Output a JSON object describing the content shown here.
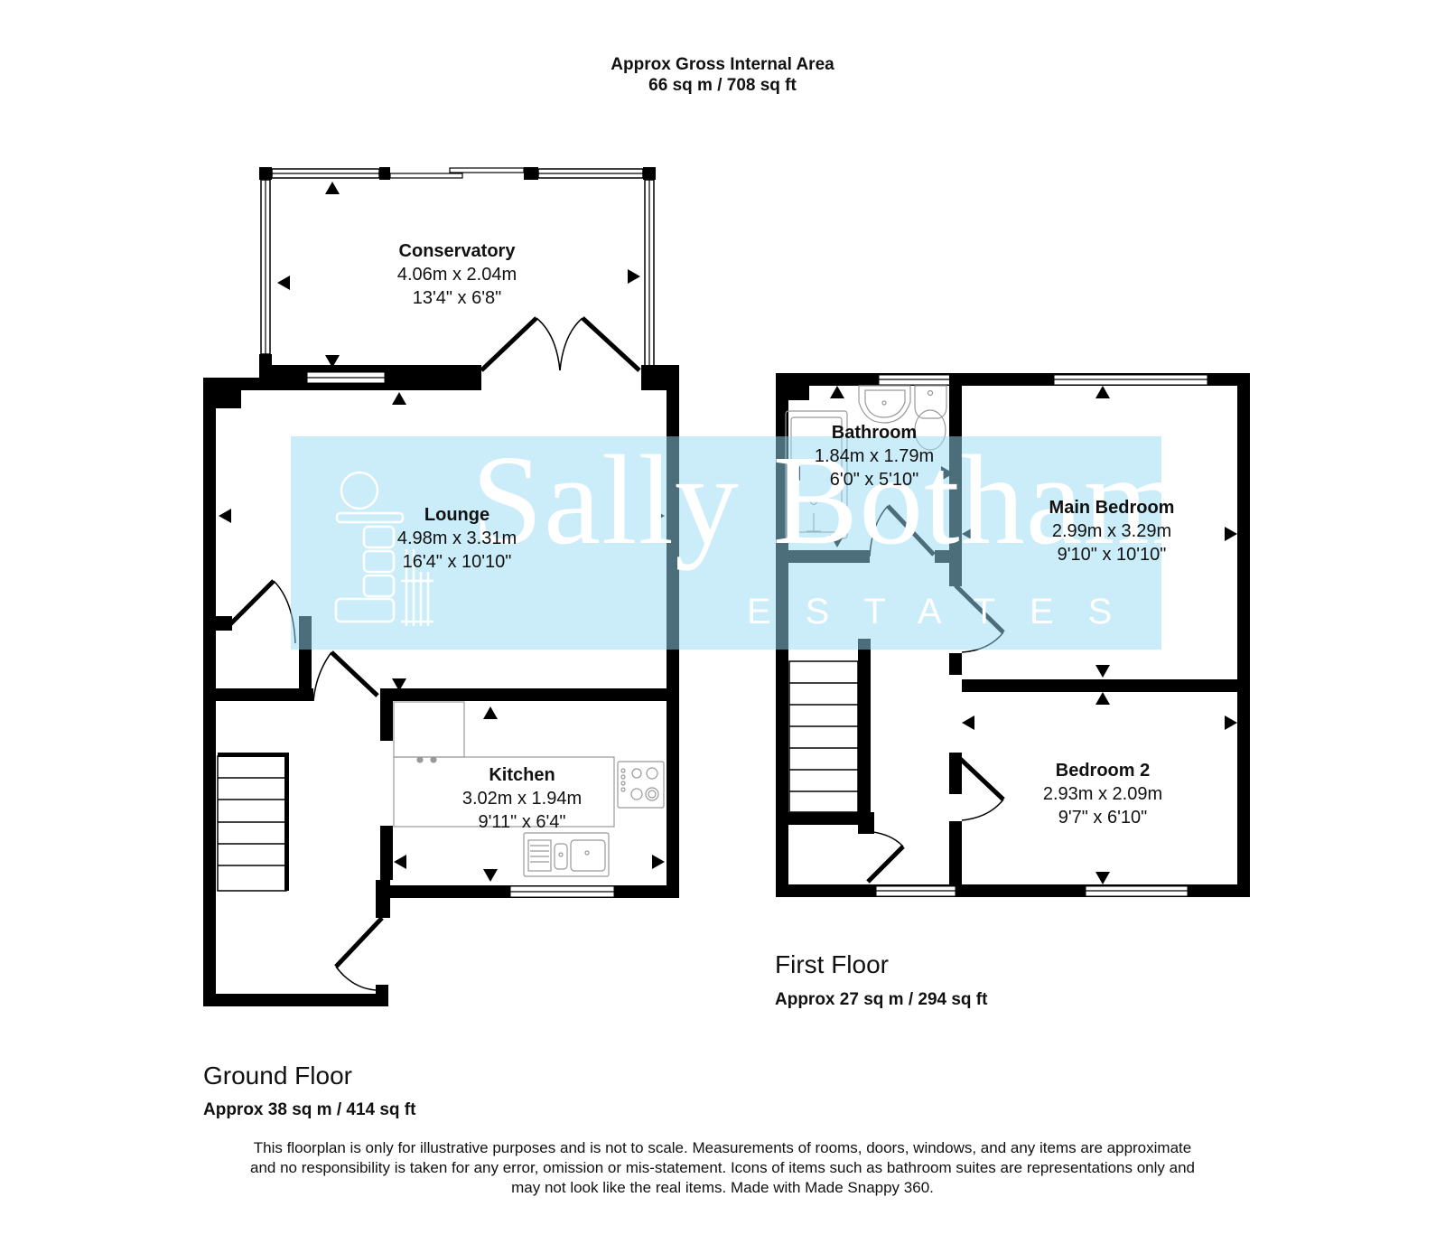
{
  "header": {
    "title": "Approx Gross Internal Area",
    "total_area": "66 sq m / 708 sq ft"
  },
  "floors": [
    {
      "name": "Ground Floor",
      "area": "Approx 38 sq m / 414 sq ft",
      "rooms": [
        {
          "name": "Conservatory",
          "metric": "4.06m x 2.04m",
          "imperial": "13'4\" x 6'8\""
        },
        {
          "name": "Lounge",
          "metric": "4.98m x 3.31m",
          "imperial": "16'4\" x 10'10\""
        },
        {
          "name": "Kitchen",
          "metric": "3.02m x 1.94m",
          "imperial": "9'11\" x 6'4\""
        }
      ]
    },
    {
      "name": "First Floor",
      "area": "Approx 27 sq m / 294 sq ft",
      "rooms": [
        {
          "name": "Bathroom",
          "metric": "1.84m x 1.79m",
          "imperial": "6'0\" x 5'10\""
        },
        {
          "name": "Main Bedroom",
          "metric": "2.99m x 3.29m",
          "imperial": "9'10\" x 10'10\""
        },
        {
          "name": "Bedroom 2",
          "metric": "2.93m x 2.09m",
          "imperial": "9'7\" x 6'10\""
        }
      ]
    }
  ],
  "watermark": {
    "name": "Sally Botham",
    "subtitle": "ESTATES",
    "color": "#96DCF3"
  },
  "disclaimer": {
    "line1": "This floorplan is only for illustrative purposes and is not to scale. Measurements of rooms, doors, windows, and any items are approximate",
    "line2": "and no responsibility is taken for any error, omission or mis-statement. Icons of items such as bathroom suites are representations only and",
    "line3": "may not look like the real items. Made with Made Snappy 360."
  },
  "colors": {
    "wall": "#000000",
    "background": "#ffffff",
    "fixture_outline": "#999999"
  }
}
